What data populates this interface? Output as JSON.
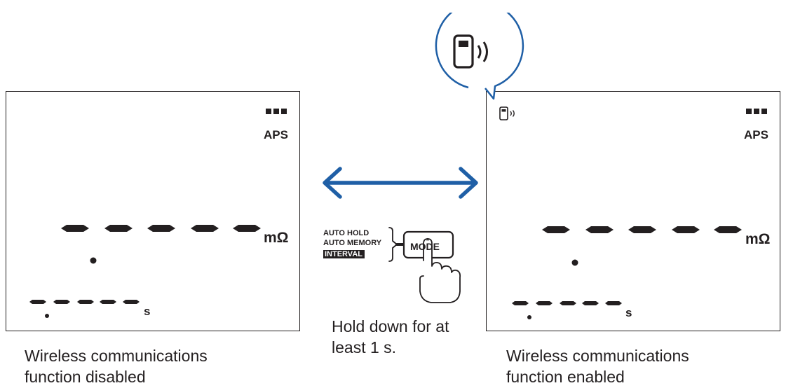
{
  "left_panel": {
    "battery_icon": "battery-3-bars-icon",
    "aps_label": "APS",
    "main_unit": "mΩ",
    "time_unit": "s",
    "caption": "Wireless communications\nfunction disabled"
  },
  "right_panel": {
    "wireless_icon": "wireless-icon",
    "battery_icon": "battery-3-bars-icon",
    "aps_label": "APS",
    "main_unit": "mΩ",
    "time_unit": "s",
    "caption": "Wireless communications\nfunction enabled"
  },
  "center": {
    "arrow_icon": "double-headed-arrow-icon",
    "labels": [
      "AUTO HOLD",
      "AUTO MEMORY",
      "INTERVAL"
    ],
    "mode_button_label": "MODE",
    "hand_icon": "pointing-hand-icon",
    "instruction": "Hold down for at\nleast 1 s."
  },
  "callout": {
    "icon": "wireless-icon"
  },
  "colors": {
    "arrow": "#1f5fa6",
    "callout_border": "#1f5fa6",
    "ink": "#231f20"
  }
}
